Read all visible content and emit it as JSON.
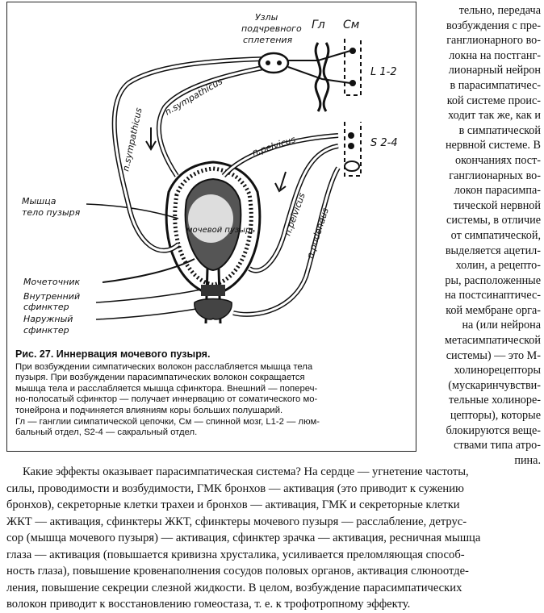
{
  "figure": {
    "labels": {
      "ganglia": [
        "Узлы",
        "подчревного",
        "сплетения"
      ],
      "gl": "Гл",
      "sm": "См",
      "l12": "L 1-2",
      "s24": "S 2-4",
      "sympathicus_left": "n.sympathicus",
      "sympathicus_upper": "n.sympathicus",
      "pelvicus_upper": "n.pelvicus",
      "pelvicus_right": "n.pelvicus",
      "pudendus": "n.pudendus",
      "muscle": [
        "Мышца",
        "тело пузыря"
      ],
      "bladder": "мочевой пузырь",
      "ureter": "Мочеточник",
      "inner_sphincter": [
        "Внутренний",
        "сфинктер"
      ],
      "outer_sphincter": [
        "Наружный",
        "сфинктер"
      ]
    },
    "caption_title": "Рис. 27. Иннервация мочевого пузыря.",
    "caption_lines": [
      "При возбуждении симпатических волокон расслабляется мышца тела",
      "пузыря. При возбуждении парасимпатических волокон сокращается",
      "мышца тела и расслабляется мышца сфинктора. Внешний — попереч-",
      "но-полосатый сфинктор — получает иннервацию от соматического мо-",
      "тонейрона и подчиняется влияниям коры больших полушарий.",
      "Гл — ганглии симпатической цепочки, См — спинной мозг, L1-2 — люм-",
      "бальный отдел, S2-4 — сакральный отдел."
    ]
  },
  "side_column_lines": [
    "тельно, передача",
    "возбуждения с пре-",
    "ганглионарного во-",
    "локна на постганг-",
    "лионарный нейрон",
    "в парасимпатичес-",
    "кой системе проис-",
    "ходит так же, как и",
    "в симпатической",
    "нервной системе. В",
    "окончаниях пост-",
    "ганглионарных во-",
    "локон парасимпа-",
    "тической нервной",
    "системы, в отличие",
    "от симпатической,",
    "выделяется ацетил-",
    "холин, а рецепто-",
    "ры, расположенные",
    "на постсинаптичес-",
    "кой мембране орга-",
    "на (или нейрона",
    "метасимпатической",
    "системы) — это М-",
    "холинорецепторы",
    "(мускаринчувстви-",
    "тельные холиноре-",
    "цепторы), которые",
    "блокируются веще-",
    "ствами типа атро-",
    "пина."
  ],
  "bottom_lines": [
    "Какие эффекты оказывает парасимпатическая система? На сердце — угнетение частоты,",
    "силы, проводимости и возбудимости, ГМК бронхов — активация (это приводит к сужению",
    "бронхов), секреторные клетки трахеи и бронхов — активация, ГМК и секреторные клетки",
    "ЖКТ — активация, сфинктеры ЖКТ, сфинктеры мочевого пузыря — расслабление, детрус-",
    "сор (мышца мочевого пузыря) — активация, сфинктер зрачка — активация, ресничная мышца",
    "глаза — активация (повышается кривизна хрусталика, усиливается преломляющая способ-",
    "ность глаза), повышение кровенаполнения сосудов половых органов, активация слюноотде-",
    "ления, повышение секреции слезной жидкости. В целом, возбуждение парасимпатических",
    "волокон приводит к восстановлению гомеостаза, т. е. к трофотропному эффекту."
  ]
}
